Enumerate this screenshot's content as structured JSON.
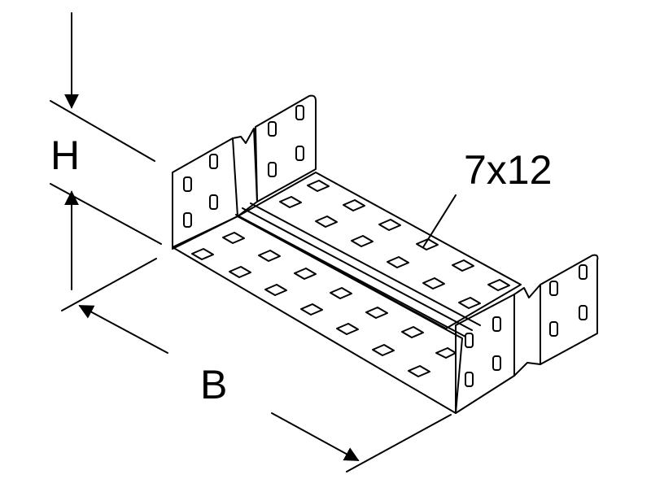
{
  "labels": {
    "height": "H",
    "width": "B",
    "hole_size": "7x12"
  },
  "colors": {
    "line": "#000000",
    "background": "#ffffff"
  }
}
